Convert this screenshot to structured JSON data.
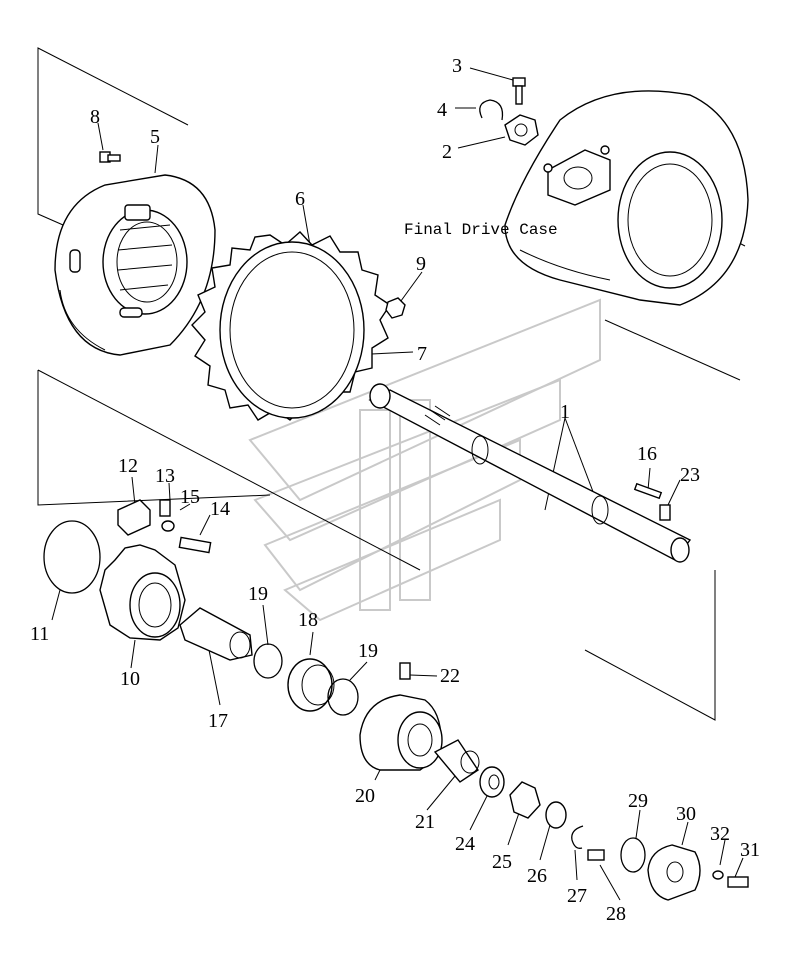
{
  "diagram": {
    "case_label": "Final Drive Case",
    "callouts": [
      "1",
      "2",
      "3",
      "4",
      "5",
      "6",
      "7",
      "8",
      "9",
      "10",
      "11",
      "12",
      "13",
      "14",
      "15",
      "16",
      "17",
      "18",
      "19",
      "19",
      "20",
      "21",
      "22",
      "23",
      "24",
      "25",
      "26",
      "27",
      "28",
      "29",
      "30",
      "31",
      "32"
    ]
  }
}
